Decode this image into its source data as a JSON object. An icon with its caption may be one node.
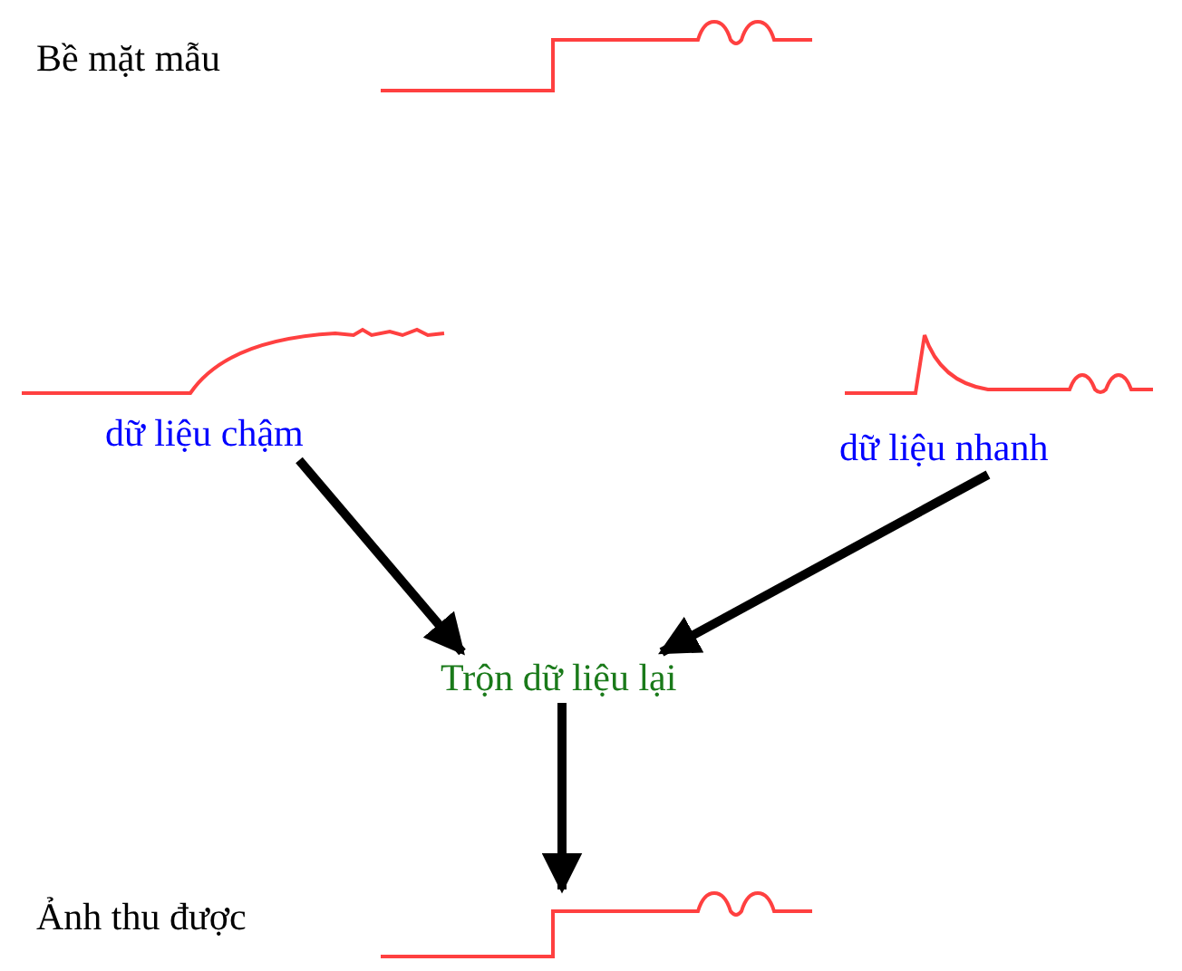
{
  "diagram": {
    "nodes": [
      {
        "text": [
          "Bề mặt mẫu"
        ]
      },
      {
        "text": [
          "dữ liệu chậm"
        ]
      },
      {
        "text": [
          "dữ liệu nhanh"
        ]
      },
      {
        "text": [
          "Trộn dữ liệu lại"
        ]
      },
      {
        "text": [
          "Ảnh thu được"
        ]
      }
    ],
    "edges": [
      {
        "from": 1,
        "to": 3,
        "arrow": "to"
      },
      {
        "from": 2,
        "to": 3,
        "arrow": "to"
      },
      {
        "from": 3,
        "to": 4,
        "arrow": "to"
      }
    ]
  }
}
